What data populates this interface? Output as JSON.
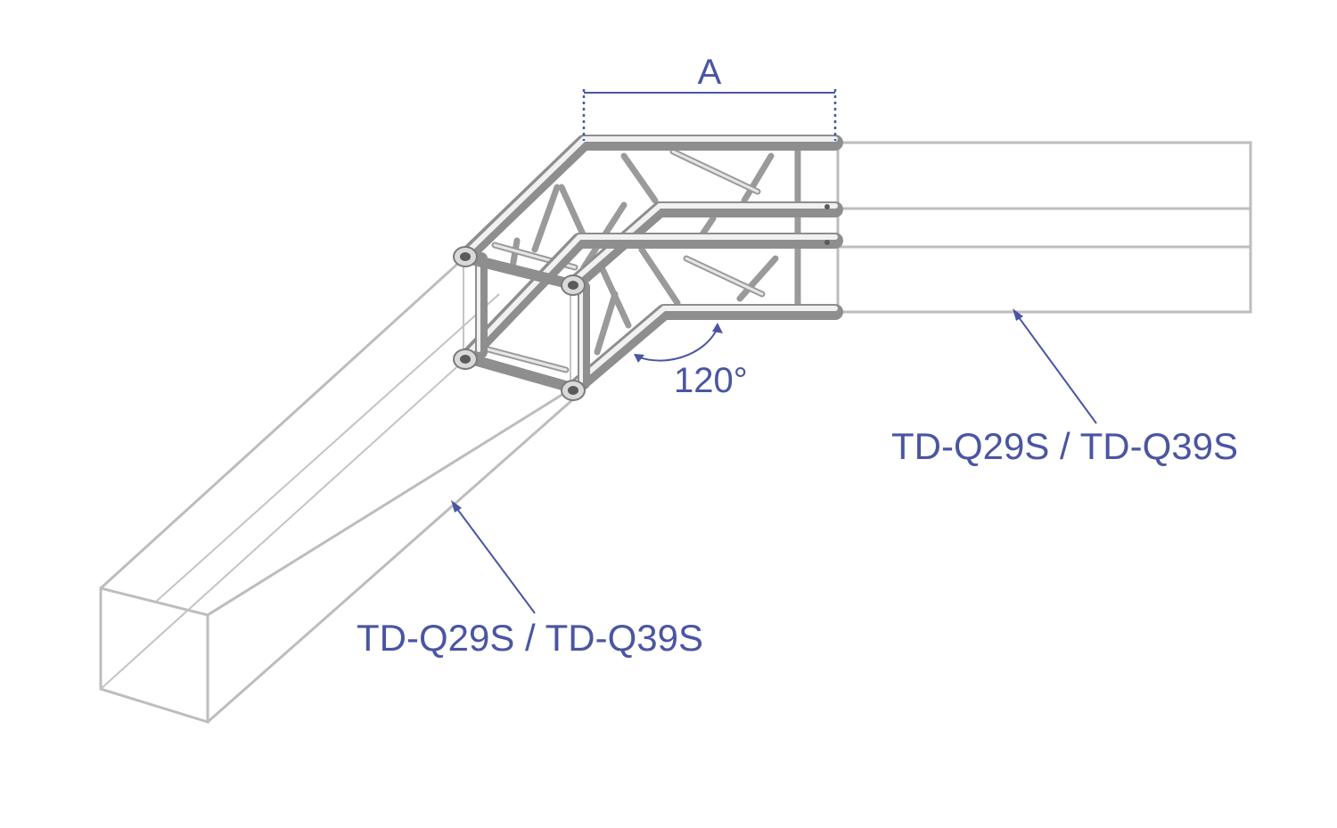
{
  "dimension": {
    "label": "A"
  },
  "angle": {
    "label": "120°"
  },
  "callouts": {
    "right_label": "TD-Q29S / TD-Q39S",
    "left_label": "TD-Q29S / TD-Q39S"
  },
  "colors": {
    "annotation": "#4a55a2",
    "ghost_outline": "#bdbdbd",
    "truss_metal": "#8e8e8e"
  }
}
